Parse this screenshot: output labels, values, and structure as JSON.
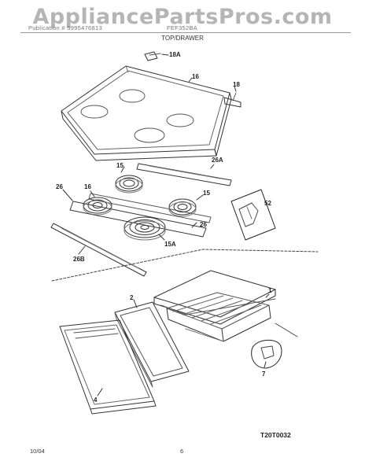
{
  "header": {
    "left_text": "Publication # 5995476813",
    "right_text": "FEF352BA",
    "section_title": "TOP/DRAWER"
  },
  "watermark": "AppliancePartsPros.com",
  "callouts": {
    "c18a": "18A",
    "c16": "16",
    "c18": "18",
    "c15": "15",
    "c26a": "26A",
    "c26": "26",
    "c16b": "16",
    "c15b": "15",
    "c52": "52",
    "c26c": "26",
    "c15a": "15A",
    "c26b": "26B",
    "c1": "1",
    "c2": "2",
    "c4": "4",
    "c7": "7"
  },
  "figure_code": "T20T0032",
  "footer": {
    "date": "10/04",
    "page": "6"
  }
}
